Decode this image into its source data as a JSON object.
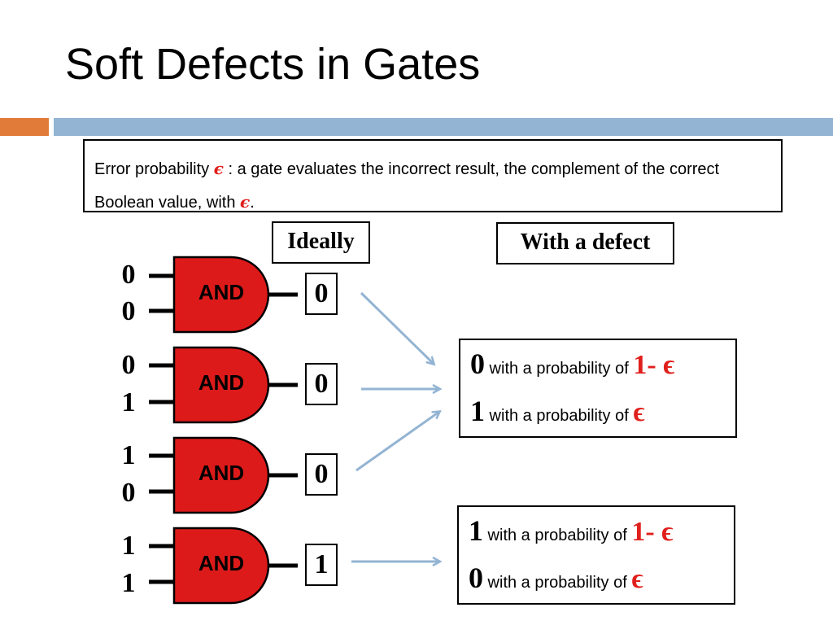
{
  "title": "Soft Defects in Gates",
  "definition": {
    "part1": "Error probability ",
    "symbol1": "ϵ",
    "part2": " : a gate evaluates the incorrect result, the complement of the correct Boolean value, with ",
    "symbol2": "ϵ",
    "part3": "."
  },
  "labels": {
    "ideally": "Ideally",
    "with_defect": "With a defect"
  },
  "gates": [
    {
      "gate_label": "AND",
      "in_a": "0",
      "in_b": "0",
      "ideal_out": "0"
    },
    {
      "gate_label": "AND",
      "in_a": "0",
      "in_b": "1",
      "ideal_out": "0"
    },
    {
      "gate_label": "AND",
      "in_a": "1",
      "in_b": "0",
      "ideal_out": "0"
    },
    {
      "gate_label": "AND",
      "in_a": "1",
      "in_b": "1",
      "ideal_out": "1"
    }
  ],
  "outcomes": [
    {
      "line1": {
        "bit": "0",
        "text": " with a probability of ",
        "value": "1- ϵ"
      },
      "line2": {
        "bit": "1",
        "text": "  with a probability of ",
        "value": "ϵ"
      }
    },
    {
      "line1": {
        "bit": "1",
        "text": " with a probability of ",
        "value": "1- ϵ"
      },
      "line2": {
        "bit": "0",
        "text": "  with a probability of ",
        "value": "ϵ"
      }
    }
  ],
  "colors": {
    "gate_fill": "#dd1a1a",
    "arrow": "#93b4d3",
    "accent_orange": "#e07b39",
    "epsilon": "#e0201c"
  }
}
